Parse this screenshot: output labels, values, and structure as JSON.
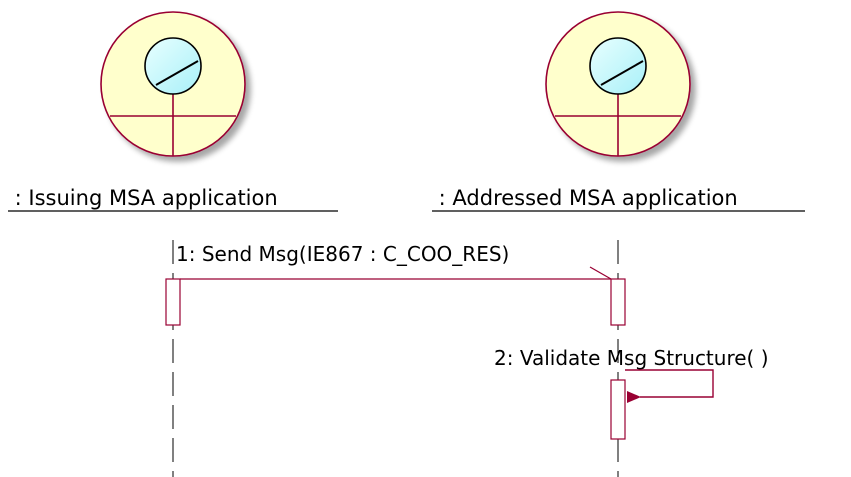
{
  "participants": [
    {
      "label": " : Issuing MSA application "
    },
    {
      "label": " : Addressed MSA application "
    }
  ],
  "messages": [
    {
      "label": "1: Send Msg(IE867 : C_COO_RES)"
    },
    {
      "label": "2: Validate Msg Structure( )"
    }
  ],
  "colors": {
    "actor_fill": "#FFFFCC",
    "actor_stroke": "#990033",
    "lens_fill": "#CCFFFF",
    "line": "#990033",
    "lifeline": "#000000"
  },
  "icons": [
    "boundary-object-icon",
    "boundary-object-icon"
  ]
}
